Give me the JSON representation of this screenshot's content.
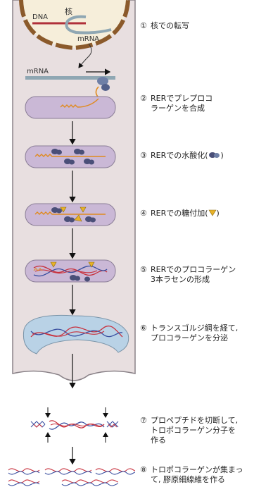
{
  "labels": {
    "nucleus": "核",
    "dna": "DNA",
    "mrna_nucleus": "mRNA",
    "mrna_strand": "mRNA"
  },
  "steps": [
    {
      "num": "①",
      "line1": "核での転写",
      "line2": "",
      "line3": ""
    },
    {
      "num": "②",
      "line1": "RERでプレプロコ",
      "line2": "ラーゲンを合成",
      "line3": ""
    },
    {
      "num": "③",
      "line1": "RERでの水酸化(",
      "line2": "",
      "line3": "",
      "suffix": ")"
    },
    {
      "num": "④",
      "line1": "RERでの糖付加(",
      "line2": "",
      "line3": "",
      "suffix": ")"
    },
    {
      "num": "⑤",
      "line1": "RERでのプロコラーゲン",
      "line2": "3本ラセンの形成",
      "line3": ""
    },
    {
      "num": "⑥",
      "line1": "トランスゴルジ網を経て,",
      "line2": "プロコラーゲンを分泌",
      "line3": ""
    },
    {
      "num": "⑦",
      "line1": "プロペプチドを切断して,",
      "line2": "トロポコラーゲン分子を",
      "line3": "作る"
    },
    {
      "num": "⑧",
      "line1": "トロポコラーゲンが集まっ",
      "line2": "て, 膠原細線維を作る",
      "line3": ""
    }
  ],
  "colors": {
    "cell_fill": "#e8dfe0",
    "cell_border": "#8a8288",
    "nucleus_fill": "#f6eeda",
    "nucleus_border": "#8b5a2b",
    "rer_fill": "#cab8d6",
    "golgi_fill": "#b9d2e6",
    "strand_orange": "#e08a1e",
    "strand_red": "#c8313d",
    "strand_blue": "#3a4fa0",
    "ribosome": "#5d6a95",
    "hydroxyl": "#4a4f78",
    "sugar": "#e8b228"
  }
}
